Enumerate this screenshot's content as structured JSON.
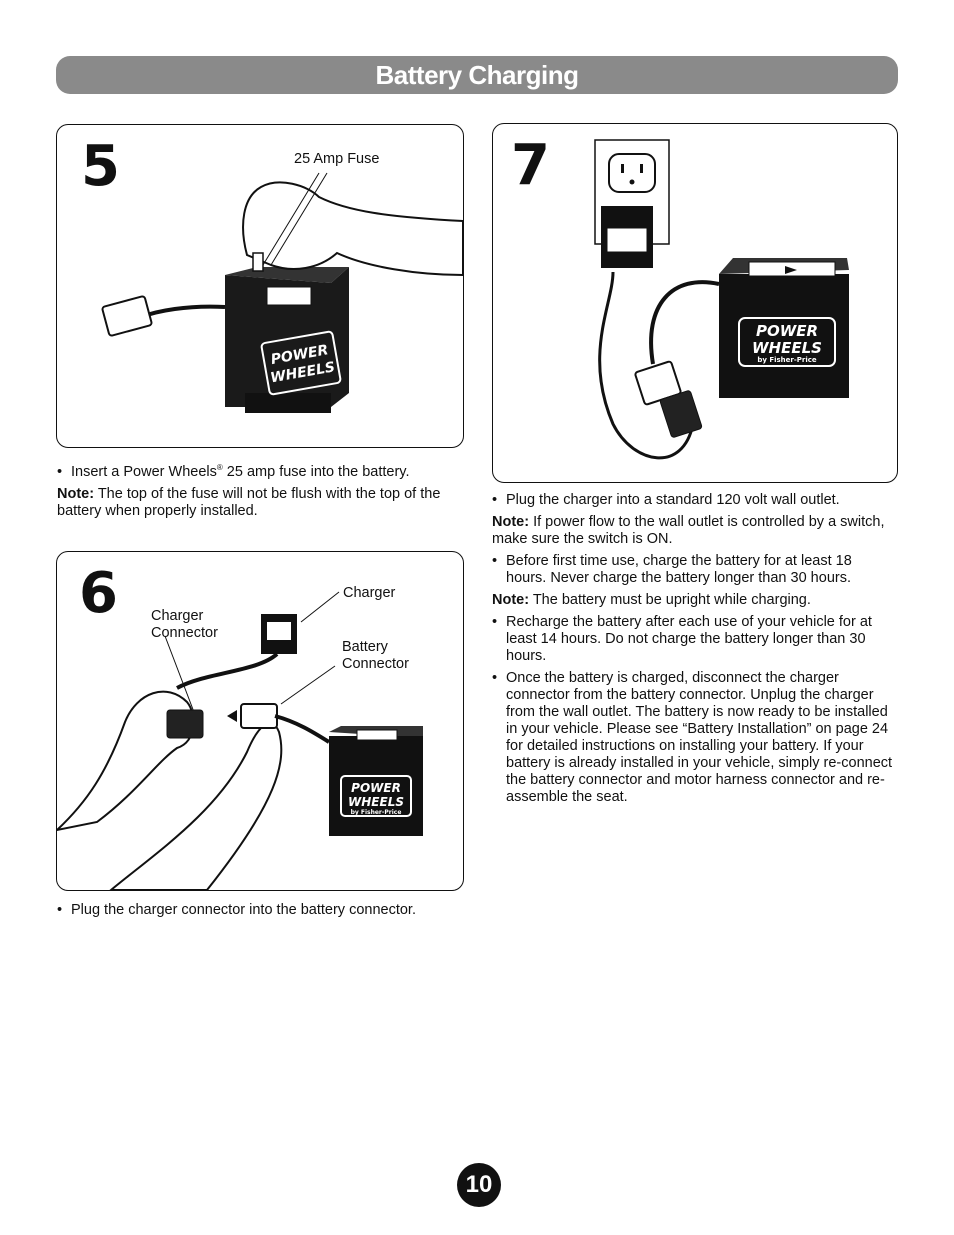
{
  "header": {
    "title": "Battery Charging"
  },
  "step5": {
    "number": "5",
    "fuse_label": "25 Amp Fuse",
    "bullet": "Insert a Power Wheels",
    "bullet_reg": "®",
    "bullet_tail": " 25 amp fuse into the battery.",
    "note_label": "Note:",
    "note": " The top of the fuse will not be flush with the top of the battery when properly installed."
  },
  "step6": {
    "number": "6",
    "charger_connector_label": "Charger Connector",
    "charger_label": "Charger",
    "battery_connector_label": "Battery Connector",
    "bullet": "Plug the charger connector into the battery connector."
  },
  "step7": {
    "number": "7",
    "bullet1": "Plug the charger into a standard 120 volt wall outlet.",
    "note1_label": "Note:",
    "note1": " If power flow to the wall outlet is controlled by a switch, make sure the switch is ON.",
    "bullet2": "Before first time use, charge the battery for at least 18 hours. Never charge the battery longer than 30 hours.",
    "note2_label": "Note:",
    "note2": " The battery must be upright while charging.",
    "bullet3": "Recharge the battery after each use of your vehicle for at least 14 hours. Do not charge the battery longer than 30 hours.",
    "bullet4": "Once the battery is charged, disconnect the charger connector from the battery connector. Unplug the charger from the wall outlet. The battery is now ready to be installed in your vehicle. Please see “Battery Installation” on page 24 for detailed instructions on installing your battery. If your battery is already installed in your vehicle, simply re-connect the battery connector and motor harness connector and re-assemble the seat."
  },
  "battery_logo": {
    "line1": "POWER",
    "line2": "WHEELS",
    "line3": "by Fisher-Price"
  },
  "footer": {
    "page_number": "10"
  }
}
